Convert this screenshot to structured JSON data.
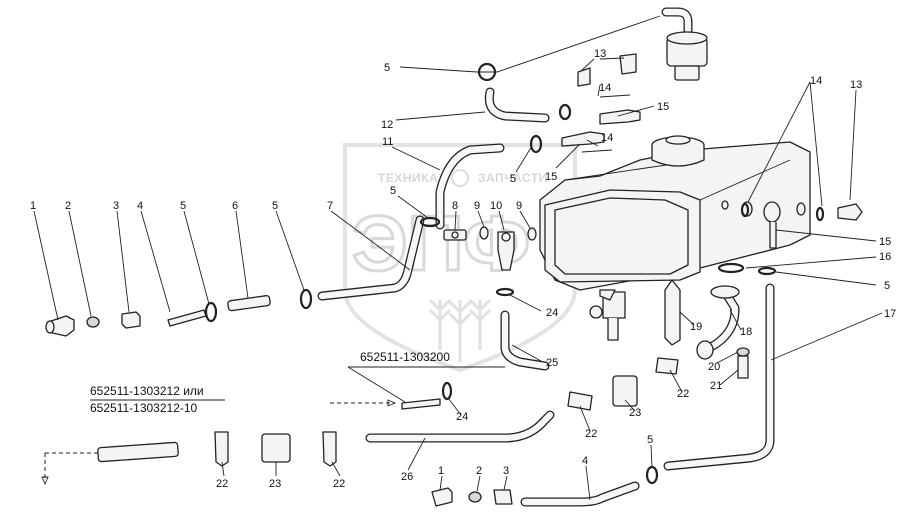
{
  "watermark": {
    "top_text": "ТЕХНИКА",
    "top_text_2": "ЗАПЧАСТИ",
    "big_text": "ЭПФ"
  },
  "part_numbers": {
    "pn_a": "652511-1303212 или",
    "pn_b": "652511-1303212-10",
    "pn_c": "652511-1303200"
  },
  "callouts": {
    "c1a": "1",
    "c2a": "2",
    "c3a": "3",
    "c4a": "4",
    "c5a": "5",
    "c6": "6",
    "c5b": "5",
    "c7": "7",
    "c5c": "5",
    "c8": "8",
    "c9a": "9",
    "c10": "10",
    "c9b": "9",
    "c11": "11",
    "c5d": "5",
    "c12": "12",
    "c5e": "5",
    "c13a": "13",
    "c14a": "14",
    "c15a": "15",
    "c14b": "14",
    "c15b": "15",
    "c14c": "14",
    "c13b": "13",
    "c15c": "15",
    "c16": "16",
    "c5f": "5",
    "c17": "17",
    "c18": "18",
    "c19": "19",
    "c20": "20",
    "c21": "21",
    "c22a": "22",
    "c22b": "22",
    "c23a": "23",
    "c24a": "24",
    "c24b": "24",
    "c25": "25",
    "c22c": "22",
    "c23b": "23",
    "c22d": "22",
    "c26": "26",
    "c1b": "1",
    "c2b": "2",
    "c3b": "3",
    "c4b": "4",
    "c5g": "5"
  }
}
